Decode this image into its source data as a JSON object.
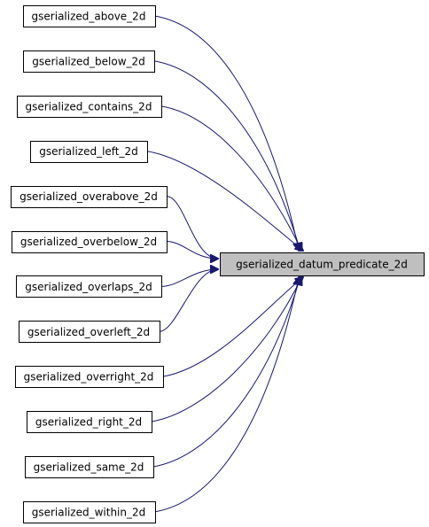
{
  "graph": {
    "target": {
      "label": "gserialized_datum_predicate_2d"
    },
    "callers": [
      {
        "label": "gserialized_above_2d"
      },
      {
        "label": "gserialized_below_2d"
      },
      {
        "label": "gserialized_contains_2d"
      },
      {
        "label": "gserialized_left_2d"
      },
      {
        "label": "gserialized_overabove_2d"
      },
      {
        "label": "gserialized_overbelow_2d"
      },
      {
        "label": "gserialized_overlaps_2d"
      },
      {
        "label": "gserialized_overleft_2d"
      },
      {
        "label": "gserialized_overright_2d"
      },
      {
        "label": "gserialized_right_2d"
      },
      {
        "label": "gserialized_same_2d"
      },
      {
        "label": "gserialized_within_2d"
      }
    ],
    "colors": {
      "edge": "#191970",
      "target_fill": "#bfbfbf",
      "node_fill": "#ffffff",
      "border": "#000000"
    }
  }
}
